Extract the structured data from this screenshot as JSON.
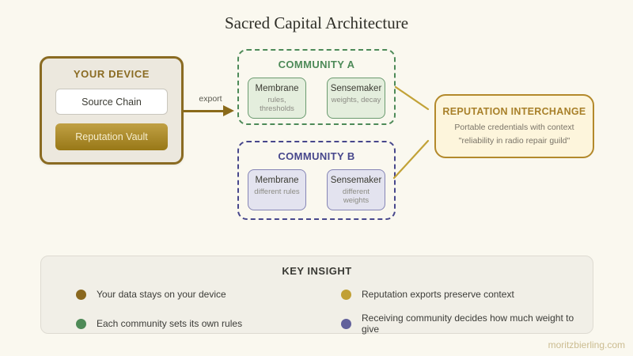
{
  "title": "Sacred Capital Architecture",
  "watermark": "moritzbierling.com",
  "device": {
    "title": "YOUR DEVICE",
    "source_chain_label": "Source Chain",
    "vault_label": "Reputation Vault"
  },
  "export_label": "export",
  "community_a": {
    "title": "COMMUNITY A",
    "membrane": {
      "title": "Membrane",
      "subtitle": "rules, thresholds"
    },
    "sensemaker": {
      "title": "Sensemaker",
      "subtitle": "weights, decay"
    }
  },
  "community_b": {
    "title": "COMMUNITY B",
    "membrane": {
      "title": "Membrane",
      "subtitle": "different rules"
    },
    "sensemaker": {
      "title": "Sensemaker",
      "subtitle": "different weights"
    }
  },
  "interchange": {
    "title": "REPUTATION INTERCHANGE",
    "line1": "Portable credentials with context",
    "line2": "\"reliability in radio repair guild\""
  },
  "key_insight": {
    "title": "KEY INSIGHT",
    "items": [
      {
        "color": "#8a681f",
        "label": "Your data stays on your device"
      },
      {
        "color": "#4e8a57",
        "label": "Each community sets its own rules"
      },
      {
        "color": "#c1a035",
        "label": "Reputation exports preserve context"
      },
      {
        "color": "#62619b",
        "label": "Receiving community decides how much weight to give"
      }
    ]
  },
  "colors": {
    "background": "#faf8ef",
    "device_border": "#8a6b22",
    "arrow": "#8a6a1a",
    "community_a_green": "#4d8a58",
    "community_b_indigo": "#47478c",
    "connector_gold": "#c2a237",
    "interchange_border": "#b3892b",
    "interchange_fill": "#fdf5dc"
  }
}
